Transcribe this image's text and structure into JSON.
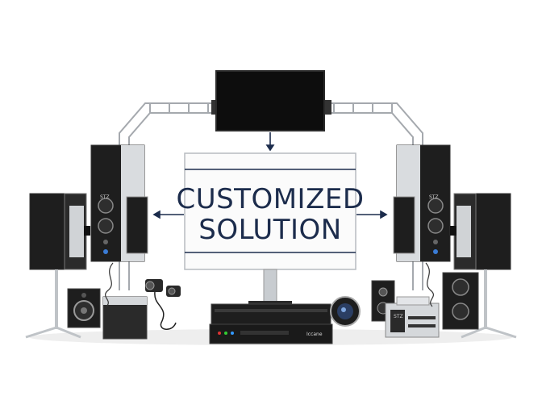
{
  "sign": {
    "line1": "CUSTOMIZED",
    "line2": "SOLUTION"
  },
  "device_badges": {
    "left_speaker": "STZ",
    "right_speaker": "STZ",
    "amp_right": "STZ",
    "rack_brand": "Iccane"
  },
  "colors": {
    "text_navy": "#1c2c4c",
    "screen_black": "#0d0d0d",
    "speaker_dark": "#1e1e1e",
    "frame_silver": "#cfd2d6",
    "frame_line": "#9a9ea3"
  }
}
